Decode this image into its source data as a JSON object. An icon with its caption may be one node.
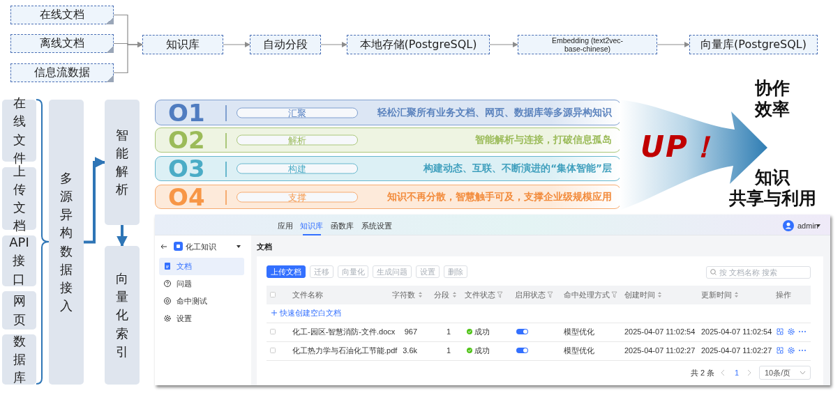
{
  "diagram": {
    "nodes": [
      {
        "text": [
          "在线文档"
        ]
      },
      {
        "text": [
          "离线文档"
        ]
      },
      {
        "text": [
          "信息流数据"
        ]
      },
      {
        "text": [
          "知识库"
        ]
      },
      {
        "text": [
          "自动分段"
        ]
      },
      {
        "text": [
          "本地存储(PostgreSQL)"
        ]
      },
      {
        "text": [
          "Embedding (text2vec-base-chinese)"
        ]
      },
      {
        "text": [
          "向量库(PostgreSQL)"
        ]
      },
      {
        "text": [
          "在线文件"
        ]
      },
      {
        "text": [
          "上传文档"
        ]
      },
      {
        "text": [
          "API接口"
        ]
      },
      {
        "text": [
          "网页"
        ]
      },
      {
        "text": [
          "数据库"
        ]
      },
      {
        "text": [
          "多源异构数据接入"
        ]
      },
      {
        "text": [
          "智能解析"
        ]
      },
      {
        "text": [
          "向量化索引"
        ]
      },
      {
        "text": [
          "O1",
          "汇聚",
          "轻松汇聚所有业务文档、网页、数据库等多源异构知识"
        ]
      },
      {
        "text": [
          "O2",
          "解析",
          "智能解析与连接，打破信息孤岛"
        ]
      },
      {
        "text": [
          "O3",
          "构建",
          "构建动态、互联、不断演进的“集体智能”层"
        ]
      },
      {
        "text": [
          "O4",
          "支撑",
          "知识不再分散，智慧触手可及，支撑企业级规模应用"
        ]
      },
      {
        "text": [
          "UP！"
        ]
      }
    ],
    "edges": [
      {
        "from": 0,
        "to": 3,
        "arrow": "to"
      },
      {
        "from": 1,
        "to": 3,
        "arrow": "to"
      },
      {
        "from": 2,
        "to": 3,
        "arrow": "to"
      },
      {
        "from": 3,
        "to": 4,
        "arrow": "to"
      },
      {
        "from": 4,
        "to": 5,
        "arrow": "to"
      },
      {
        "from": 5,
        "to": 6,
        "arrow": "to"
      },
      {
        "from": 6,
        "to": 7,
        "arrow": "to"
      },
      {
        "from": 13,
        "to": 14,
        "arrow": "to",
        "style": "thick",
        "color": "#2e75b6"
      },
      {
        "from": 14,
        "to": 15,
        "arrow": "to",
        "style": "thick",
        "color": "#2e75b6"
      }
    ],
    "labels": [
      "协作效率",
      "知识共享与利用",
      "应用",
      "知识库",
      "函数库",
      "系统设置",
      "admin",
      "化工知识",
      "文档",
      "问题",
      "命中测试",
      "设置",
      "文档",
      "上传文档",
      "迁移",
      "向量化",
      "生成问题",
      "设置",
      "删除",
      "按 文档名称 搜索",
      "文件名称",
      "字符数",
      "分段",
      "文件状态",
      "启用状态",
      "命中处理方式",
      "创建时间",
      "更新时间",
      "操作",
      "快速创建空白文档",
      "化工-园区-智慧消防-文件.docx",
      "967",
      "1",
      "成功",
      "模型优化",
      "2025-04-07 11:02:54",
      "2025-04-07 11:02:54",
      "化工热力学与石油化工节能.pdf",
      "3.6k",
      "1",
      "成功",
      "模型优化",
      "2025-04-07 11:02:27",
      "2025-04-07 11:02:27",
      "共 2 条",
      "1",
      "10条/页"
    ]
  }
}
